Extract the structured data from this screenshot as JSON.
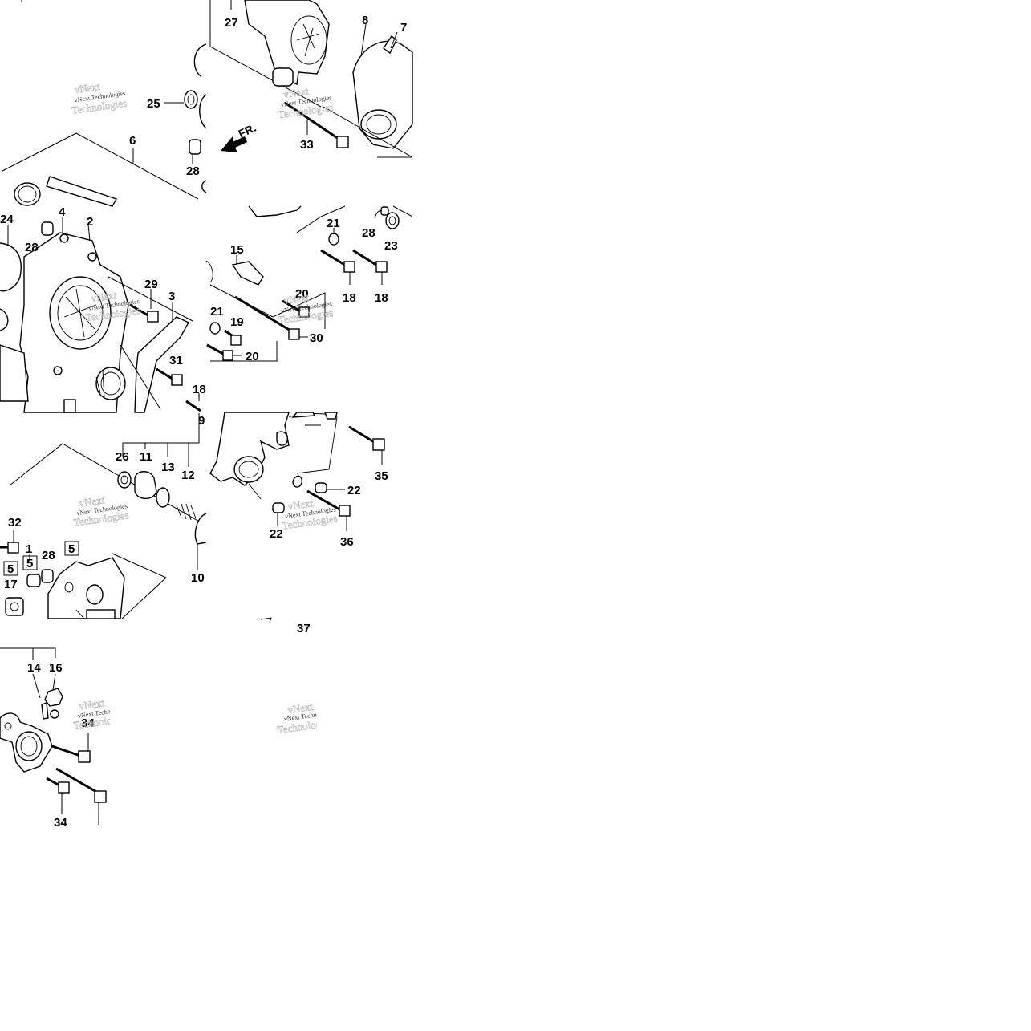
{
  "watermark": "vNext Technologies",
  "direction_label": "FR.",
  "part_numbers": {
    "p1": "1",
    "p2": "2",
    "p3": "3",
    "p4": "4",
    "p5": "5",
    "p6": "6",
    "p7": "7",
    "p8": "8",
    "p9": "9",
    "p10": "10",
    "p11": "11",
    "p12": "12",
    "p13": "13",
    "p14": "14",
    "p15": "15",
    "p16": "16",
    "p17": "17",
    "p18": "18",
    "p19": "19",
    "p20": "20",
    "p21": "21",
    "p22": "22",
    "p23": "23",
    "p24": "24",
    "p25": "25",
    "p26": "26",
    "p27": "27",
    "p28": "28",
    "p29": "29",
    "p30": "30",
    "p31": "31",
    "p32": "32",
    "p33": "33",
    "p34": "34",
    "p35": "35",
    "p36": "36",
    "p37": "37"
  }
}
